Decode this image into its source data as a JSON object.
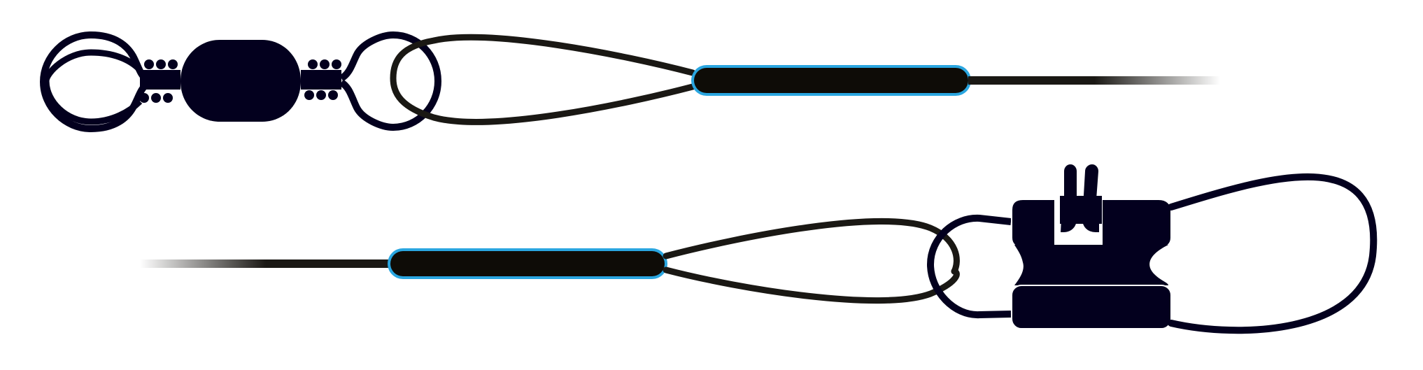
{
  "diagram": {
    "upper_rig": {
      "components": [
        "swivel",
        "tube",
        "crimp-sleeve",
        "loop",
        "leader-line"
      ]
    },
    "lower_rig": {
      "components": [
        "leader-line",
        "crimp-sleeve",
        "loop",
        "ring",
        "clip",
        "loop"
      ]
    }
  },
  "colors": {
    "component_fill": "#03001e",
    "line": "#1a1814",
    "sleeve_fill": "#0e0c07",
    "sleeve_outline": "#2aa6e0",
    "background": "#ffffff"
  }
}
